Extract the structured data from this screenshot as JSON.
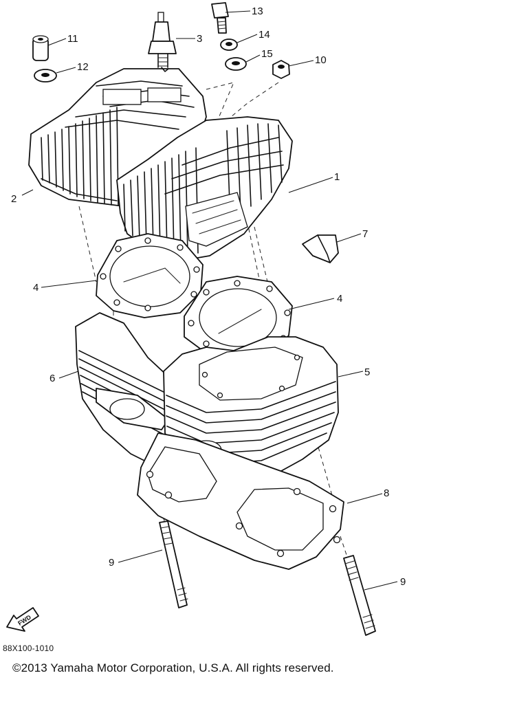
{
  "diagram": {
    "callouts": {
      "p1": "1",
      "p2": "2",
      "p3": "3",
      "p4a": "4",
      "p4b": "4",
      "p5": "5",
      "p6": "6",
      "p7": "7",
      "p8": "8",
      "p9a": "9",
      "p9b": "9",
      "p10": "10",
      "p11": "11",
      "p12": "12",
      "p13": "13",
      "p14": "14",
      "p15": "15"
    },
    "fwd_label": "FWD",
    "drawing_code": "88X100-1010",
    "copyright": "©2013 Yamaha Motor Corporation, U.S.A. All rights reserved."
  }
}
